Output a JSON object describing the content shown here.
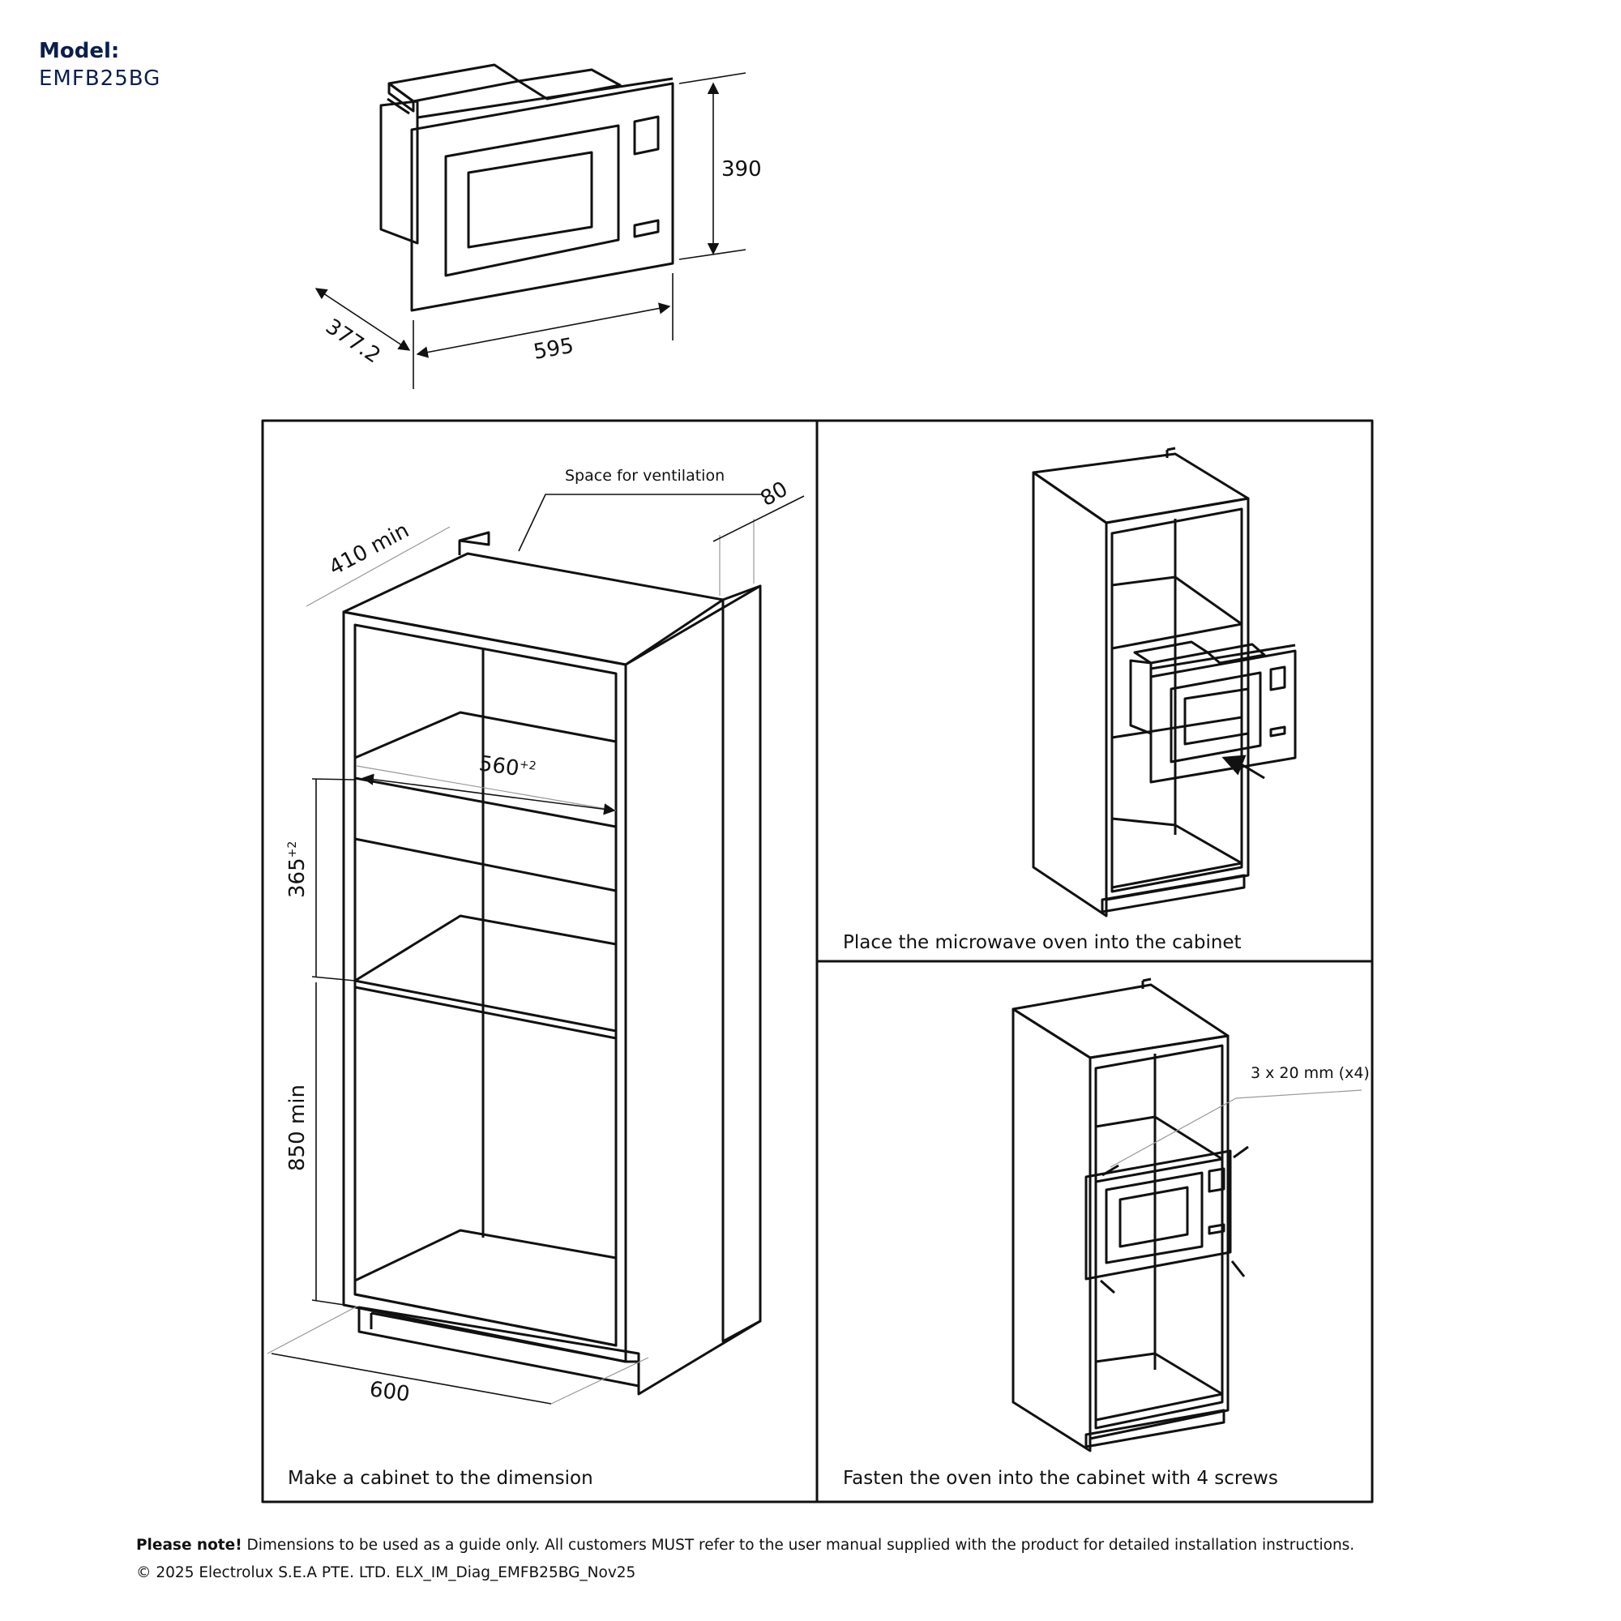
{
  "header": {
    "model_label": "Model:",
    "model_number": "EMFB25BG"
  },
  "product_dimensions": {
    "height": "390",
    "width": "595",
    "depth": "377.2"
  },
  "panel_1": {
    "ventilation_label": "Space for ventilation",
    "ventilation_depth": "80",
    "top_depth": "410 min",
    "inner_width": "560",
    "inner_width_sup": "+2",
    "niche_height": "365",
    "niche_height_sup": "+2",
    "floor_height": "850 min",
    "outer_width": "600",
    "caption": "Make a cabinet to the dimension"
  },
  "panel_2": {
    "caption": "Place the microwave oven into the cabinet"
  },
  "panel_3": {
    "screw_spec": "3 x 20 mm (x4)",
    "caption": "Fasten the oven into the cabinet with 4 screws"
  },
  "footer": {
    "note_label": "Please note!",
    "note_text": " Dimensions to be used as a guide only. All customers MUST refer to the user manual supplied with the product for detailed installation instructions.",
    "copyright": "© 2025 Electrolux S.E.A PTE. LTD.  ELX_IM_Diag_EMFB25BG_Nov25"
  }
}
